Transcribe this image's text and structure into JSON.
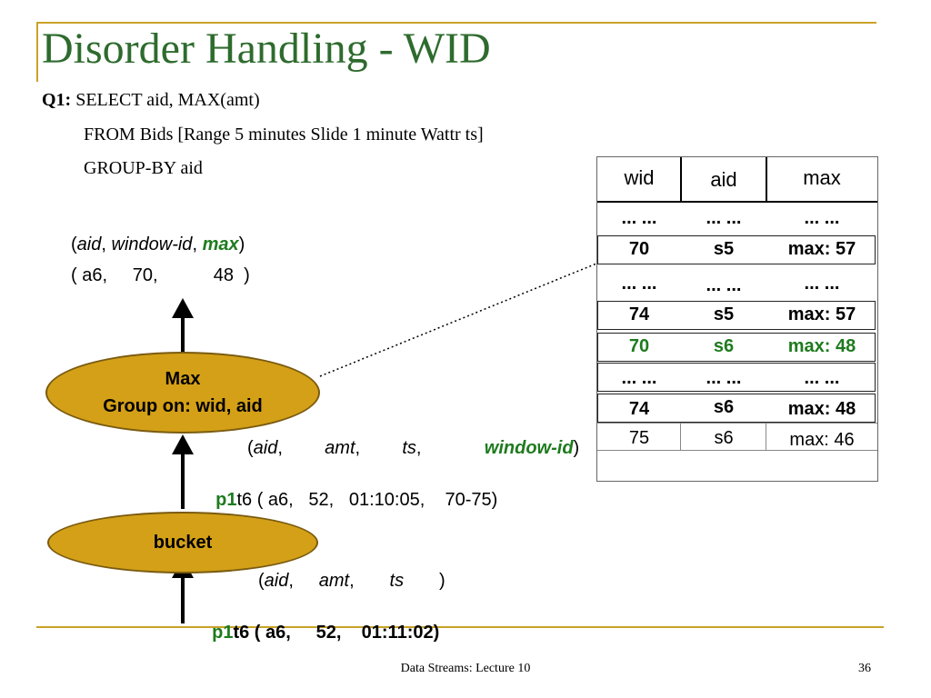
{
  "slide": {
    "title": "Disorder Handling - WID",
    "footer": "Data Streams: Lecture 10",
    "page_number": "36"
  },
  "query": {
    "label": "Q1:",
    "line1": "SELECT aid, MAX(amt)",
    "line2": "FROM Bids [Range 5 minutes Slide 1 minute Wattr ts]",
    "line3": "GROUP-BY aid"
  },
  "output_tuple": {
    "open": "(",
    "f1": "aid",
    "sep1": ",",
    "f2": "window-id",
    "sep2": ",",
    "f3": "max",
    "close": ")",
    "value": "( a6,     70,           48  )"
  },
  "max_operator": {
    "line1": "Max",
    "line2": "Group on: wid, aid"
  },
  "bucket_operator": {
    "label": "bucket"
  },
  "mid_tuple": {
    "open": "(",
    "f1": "aid",
    "f2": "amt",
    "f3": "ts",
    "f4": "window-id",
    "close": ")",
    "row_label": "p1",
    "row_text": "t6 ( a6,   52,   01:10:05,    70-75)"
  },
  "low_tuple": {
    "open": "(",
    "f1": "aid",
    "f2": "amt",
    "f3": "ts",
    "close": ")",
    "row_label": "p1",
    "row_text": "t6 ( a6,     52,    01:11:02)"
  },
  "table": {
    "headers": [
      "wid",
      "aid",
      "max"
    ],
    "rows": [
      {
        "wid": "... ...",
        "aid": "... ...",
        "max": "... ..."
      },
      {
        "wid": "70",
        "aid": "s5",
        "max": "max: 57"
      },
      {
        "wid": "... ...",
        "aid": "... ...",
        "max": "... ..."
      },
      {
        "wid": "74",
        "aid": "s5",
        "max": "max: 57"
      },
      {
        "wid": "70",
        "aid": "s6",
        "max": "max: 48"
      },
      {
        "wid": "... ...",
        "aid": "... ...",
        "max": "... ..."
      },
      {
        "wid": "74",
        "aid": "s6",
        "max": "max: 48"
      },
      {
        "wid": "75",
        "aid": "s6",
        "max": "max: 46"
      }
    ]
  },
  "colors": {
    "title": "#2e6b2e",
    "accent_green": "#1e7b1e",
    "oval_fill": "#d4a017",
    "rule": "#c9a227"
  }
}
